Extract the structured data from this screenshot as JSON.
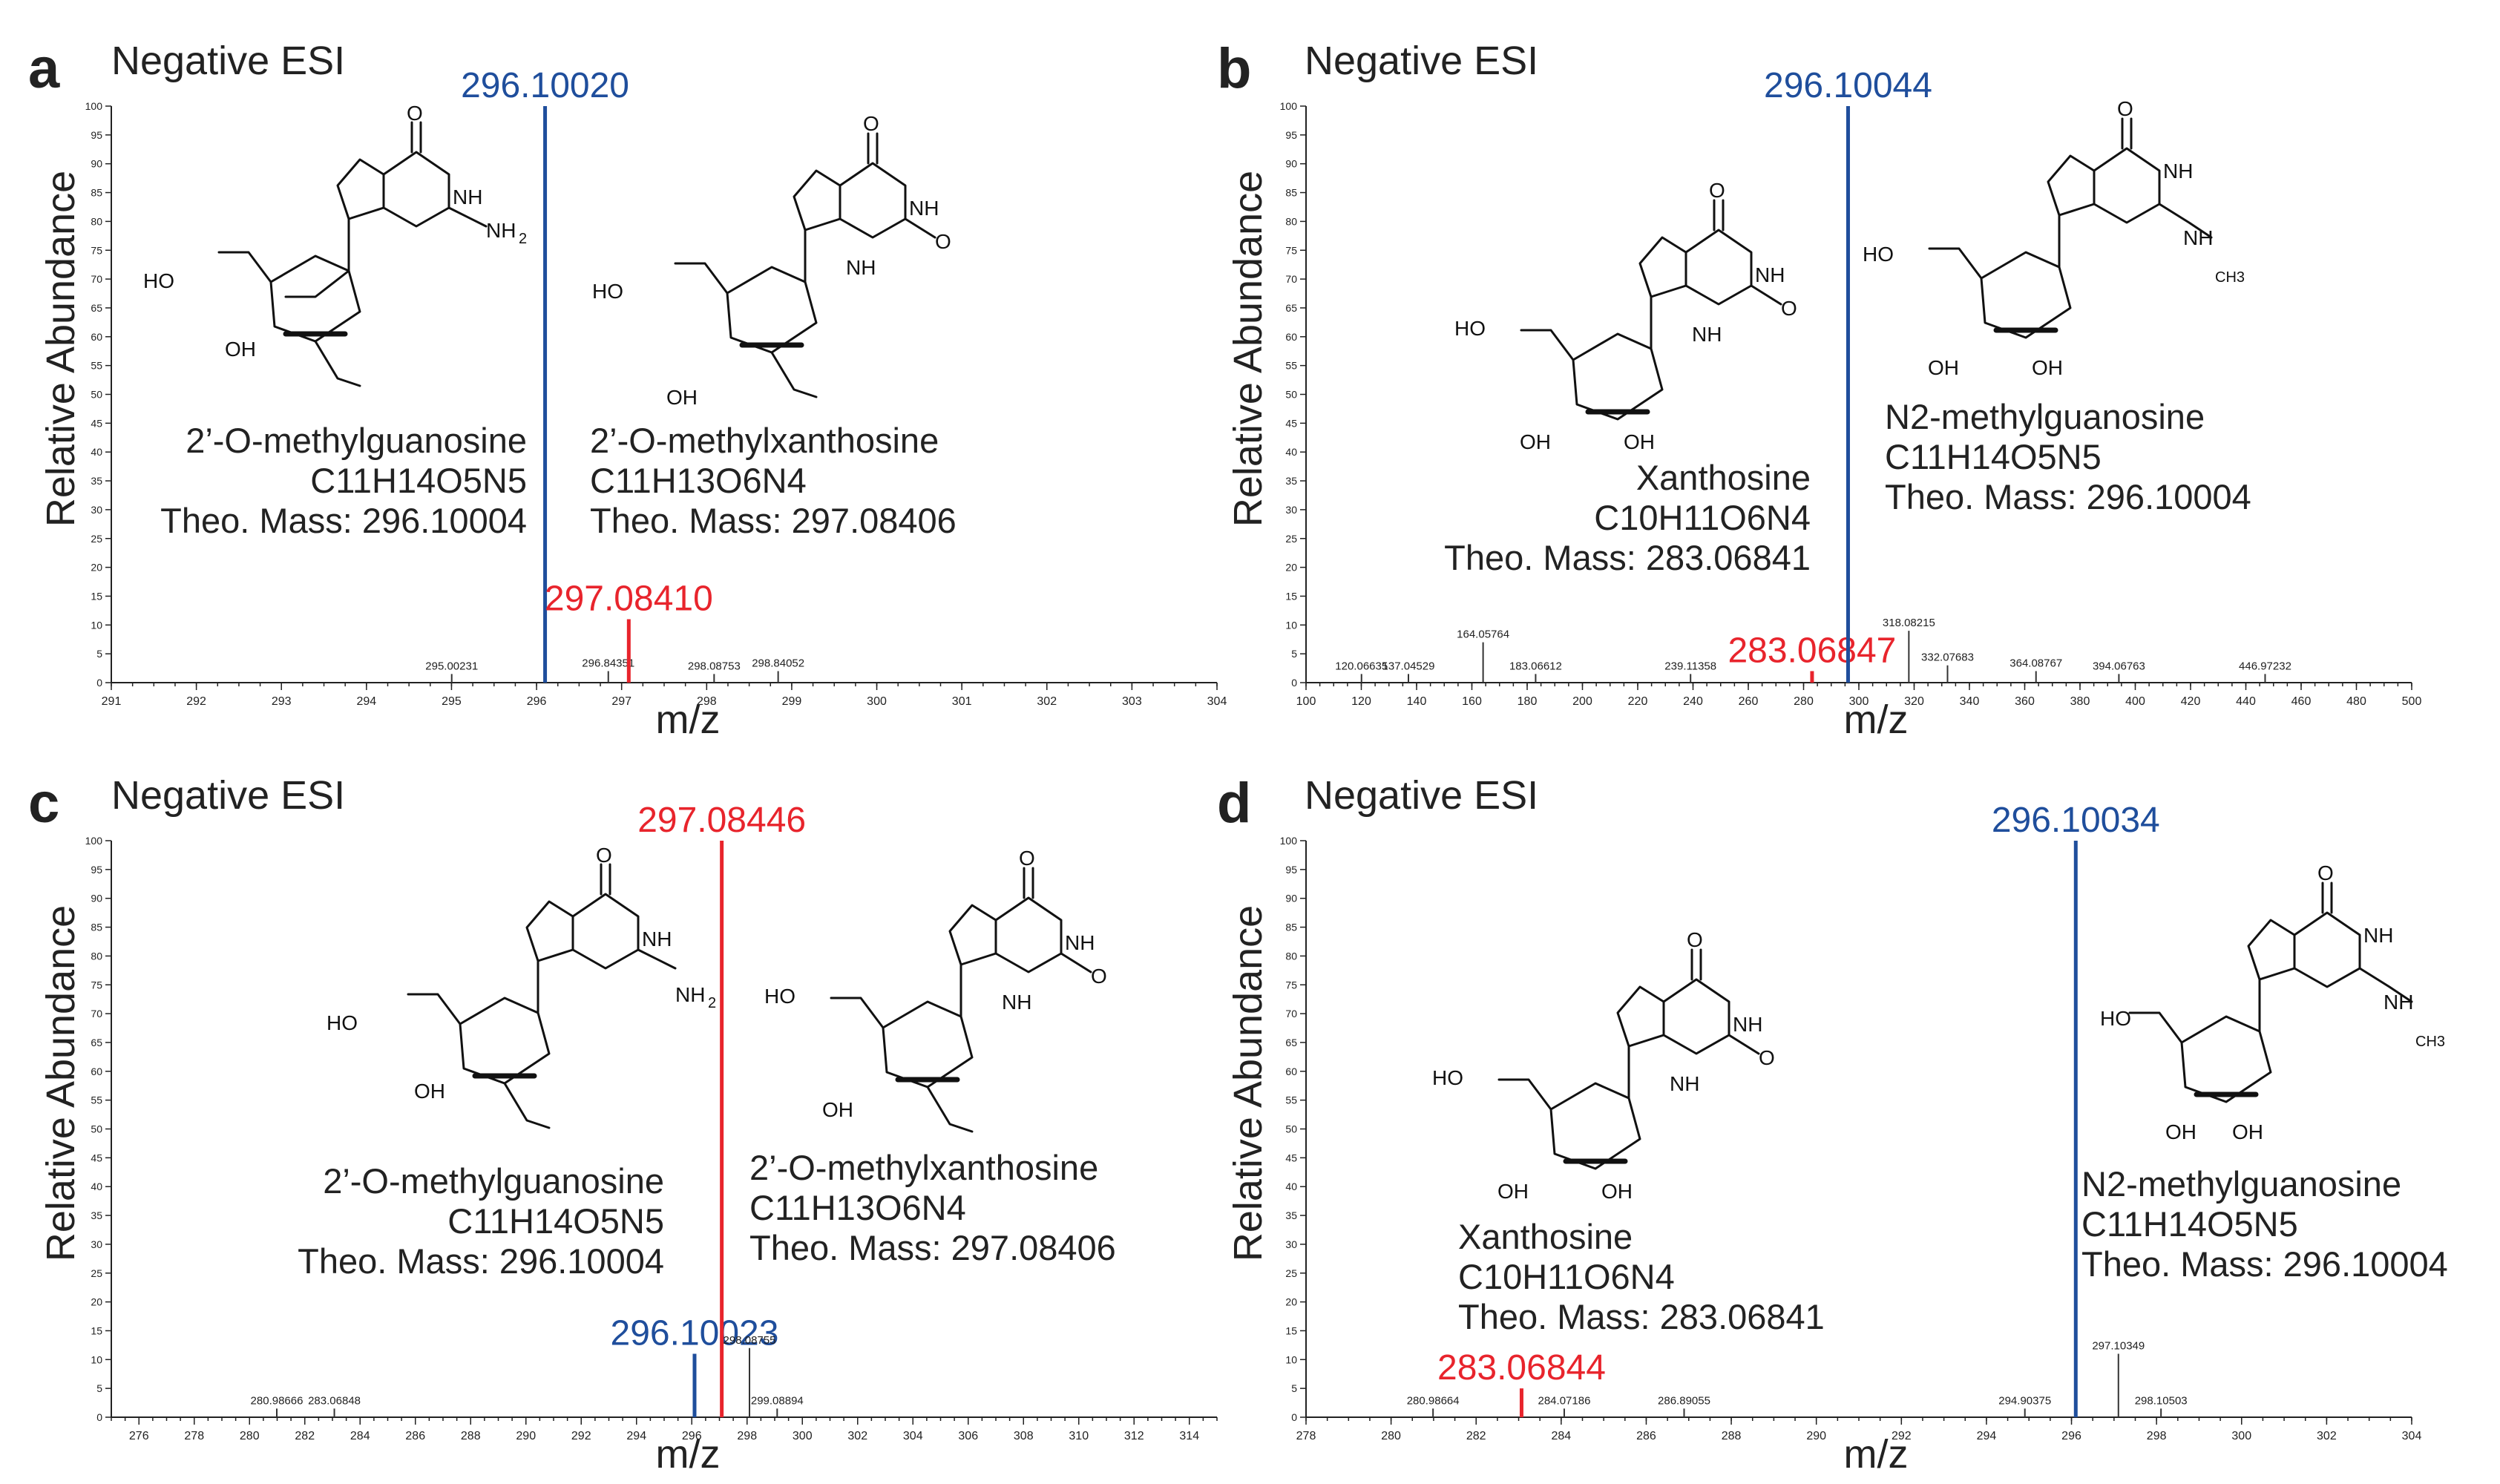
{
  "colors": {
    "blue": "#1f4e9c",
    "red": "#e8242c",
    "gray": "#333333",
    "green": "#55b86e"
  },
  "chart_data": [
    {
      "panel": "a",
      "type": "bar",
      "title": "Negative ESI",
      "xlabel": "m/z",
      "ylabel": "Relative Abundance",
      "xlim": [
        291,
        304
      ],
      "ylim": [
        0,
        100
      ],
      "x_ticks": [
        291,
        292,
        293,
        294,
        295,
        296,
        297,
        298,
        299,
        300,
        301,
        302,
        303,
        304
      ],
      "y_ticks": [
        0,
        5,
        10,
        15,
        20,
        25,
        30,
        35,
        40,
        45,
        50,
        55,
        60,
        65,
        70,
        75,
        80,
        85,
        90,
        95,
        100
      ],
      "peaks": [
        {
          "mz": 295.00231,
          "label": "295.00231",
          "intensity": 1.5,
          "style": "small"
        },
        {
          "mz": 296.1002,
          "label": "296.10020",
          "intensity": 100,
          "style": "blue"
        },
        {
          "mz": 296.84351,
          "label": "296.84351",
          "intensity": 2,
          "style": "small"
        },
        {
          "mz": 297.0841,
          "label": "297.08410",
          "intensity": 11,
          "style": "red"
        },
        {
          "mz": 298.08753,
          "label": "298.08753",
          "intensity": 1.5,
          "style": "small"
        },
        {
          "mz": 298.84052,
          "label": "298.84052",
          "intensity": 2,
          "style": "small"
        }
      ],
      "compounds": [
        {
          "name": "2’-O-methylguanosine",
          "formula": "C11H14O5N5",
          "mass": "Theo. Mass: 296.10004",
          "align": "right"
        },
        {
          "name": "2’-O-methylxanthosine",
          "formula": "C11H13O6N4",
          "mass": "Theo. Mass: 297.08406",
          "align": "left"
        }
      ]
    },
    {
      "panel": "b",
      "type": "bar",
      "title": "Negative ESI",
      "xlabel": "m/z",
      "ylabel": "Relative Abundance",
      "xlim": [
        100,
        500
      ],
      "ylim": [
        0,
        100
      ],
      "x_ticks": [
        100,
        120,
        140,
        160,
        180,
        200,
        220,
        240,
        260,
        280,
        300,
        320,
        340,
        360,
        380,
        400,
        420,
        440,
        460,
        480,
        500
      ],
      "y_ticks": [
        0,
        5,
        10,
        15,
        20,
        25,
        30,
        35,
        40,
        45,
        50,
        55,
        60,
        65,
        70,
        75,
        80,
        85,
        90,
        95,
        100
      ],
      "peaks": [
        {
          "mz": 120.06635,
          "label": "120.06635",
          "intensity": 1.5,
          "style": "small"
        },
        {
          "mz": 137.04529,
          "label": "137.04529",
          "intensity": 1.5,
          "style": "small"
        },
        {
          "mz": 164.05764,
          "label": "164.05764",
          "intensity": 7,
          "style": "small"
        },
        {
          "mz": 183.06612,
          "label": "183.06612",
          "intensity": 1.5,
          "style": "small"
        },
        {
          "mz": 239.11358,
          "label": "239.11358",
          "intensity": 1.5,
          "style": "small"
        },
        {
          "mz": 283.06847,
          "label": "283.06847",
          "intensity": 2,
          "style": "red"
        },
        {
          "mz": 296.10044,
          "label": "296.10044",
          "intensity": 100,
          "style": "blue"
        },
        {
          "mz": 318.08215,
          "label": "318.08215",
          "intensity": 9,
          "style": "small"
        },
        {
          "mz": 332.07683,
          "label": "332.07683",
          "intensity": 3,
          "style": "small"
        },
        {
          "mz": 364.08767,
          "label": "364.08767",
          "intensity": 2,
          "style": "small"
        },
        {
          "mz": 394.06763,
          "label": "394.06763",
          "intensity": 1.5,
          "style": "small"
        },
        {
          "mz": 446.97232,
          "label": "446.97232",
          "intensity": 1.5,
          "style": "small"
        }
      ],
      "compounds": [
        {
          "name": "Xanthosine",
          "formula": "C10H11O6N4",
          "mass": "Theo. Mass: 283.06841",
          "align": "right"
        },
        {
          "name": "N2-methylguanosine",
          "formula": "C11H14O5N5",
          "mass": "Theo. Mass: 296.10004",
          "align": "left"
        }
      ]
    },
    {
      "panel": "c",
      "type": "bar",
      "title": "Negative ESI",
      "xlabel": "m/z",
      "ylabel": "Relative Abundance",
      "xlim": [
        275,
        315
      ],
      "ylim": [
        0,
        100
      ],
      "x_ticks": [
        276,
        278,
        280,
        282,
        284,
        286,
        288,
        290,
        292,
        294,
        296,
        298,
        300,
        302,
        304,
        306,
        308,
        310,
        312,
        314
      ],
      "y_ticks": [
        0,
        5,
        10,
        15,
        20,
        25,
        30,
        35,
        40,
        45,
        50,
        55,
        60,
        65,
        70,
        75,
        80,
        85,
        90,
        95,
        100
      ],
      "peaks": [
        {
          "mz": 280.98666,
          "label": "280.98666",
          "intensity": 1.5,
          "style": "small"
        },
        {
          "mz": 283.06848,
          "label": "283.06848",
          "intensity": 1.5,
          "style": "small"
        },
        {
          "mz": 296.10023,
          "label": "296.10023",
          "intensity": 11,
          "style": "blue"
        },
        {
          "mz": 297.08446,
          "label": "297.08446",
          "intensity": 100,
          "style": "red"
        },
        {
          "mz": 298.08755,
          "label": "298.08755",
          "intensity": 12,
          "style": "small"
        },
        {
          "mz": 299.08894,
          "label": "299.08894",
          "intensity": 1.5,
          "style": "small"
        }
      ],
      "compounds": [
        {
          "name": "2’-O-methylguanosine",
          "formula": "C11H14O5N5",
          "mass": "Theo. Mass: 296.10004",
          "align": "right"
        },
        {
          "name": "2’-O-methylxanthosine",
          "formula": "C11H13O6N4",
          "mass": "Theo. Mass: 297.08406",
          "align": "left"
        }
      ]
    },
    {
      "panel": "d",
      "type": "bar",
      "title": "Negative ESI",
      "xlabel": "m/z",
      "ylabel": "Relative Abundance",
      "xlim": [
        278,
        304
      ],
      "ylim": [
        0,
        100
      ],
      "x_ticks": [
        278,
        280,
        282,
        284,
        286,
        288,
        290,
        292,
        294,
        296,
        298,
        300,
        302,
        304
      ],
      "y_ticks": [
        0,
        5,
        10,
        15,
        20,
        25,
        30,
        35,
        40,
        45,
        50,
        55,
        60,
        65,
        70,
        75,
        80,
        85,
        90,
        95,
        100
      ],
      "peaks": [
        {
          "mz": 280.98664,
          "label": "280.98664",
          "intensity": 1.5,
          "style": "small"
        },
        {
          "mz": 283.06844,
          "label": "283.06844",
          "intensity": 5,
          "style": "red"
        },
        {
          "mz": 284.07186,
          "label": "284.07186",
          "intensity": 1.5,
          "style": "small"
        },
        {
          "mz": 286.89055,
          "label": "286.89055",
          "intensity": 1.5,
          "style": "small"
        },
        {
          "mz": 294.90375,
          "label": "294.90375",
          "intensity": 1.5,
          "style": "small"
        },
        {
          "mz": 296.10034,
          "label": "296.10034",
          "intensity": 100,
          "style": "blue"
        },
        {
          "mz": 297.10349,
          "label": "297.10349",
          "intensity": 11,
          "style": "small"
        },
        {
          "mz": 298.10503,
          "label": "298.10503",
          "intensity": 1.5,
          "style": "small"
        }
      ],
      "compounds": [
        {
          "name": "Xanthosine",
          "formula": "C10H11O6N4",
          "mass": "Theo. Mass: 283.06841",
          "align": "left"
        },
        {
          "name": "N2-methylguanosine",
          "formula": "C11H14O5N5",
          "mass": "Theo. Mass: 296.10004",
          "align": "left"
        }
      ]
    }
  ],
  "atoms": {
    "O": "O",
    "N": "N",
    "NH": "NH",
    "H": "H",
    "HO": "HO",
    "OH": "OH",
    "NH2": "NH",
    "sub2": "2",
    "CH3": "CH3"
  }
}
